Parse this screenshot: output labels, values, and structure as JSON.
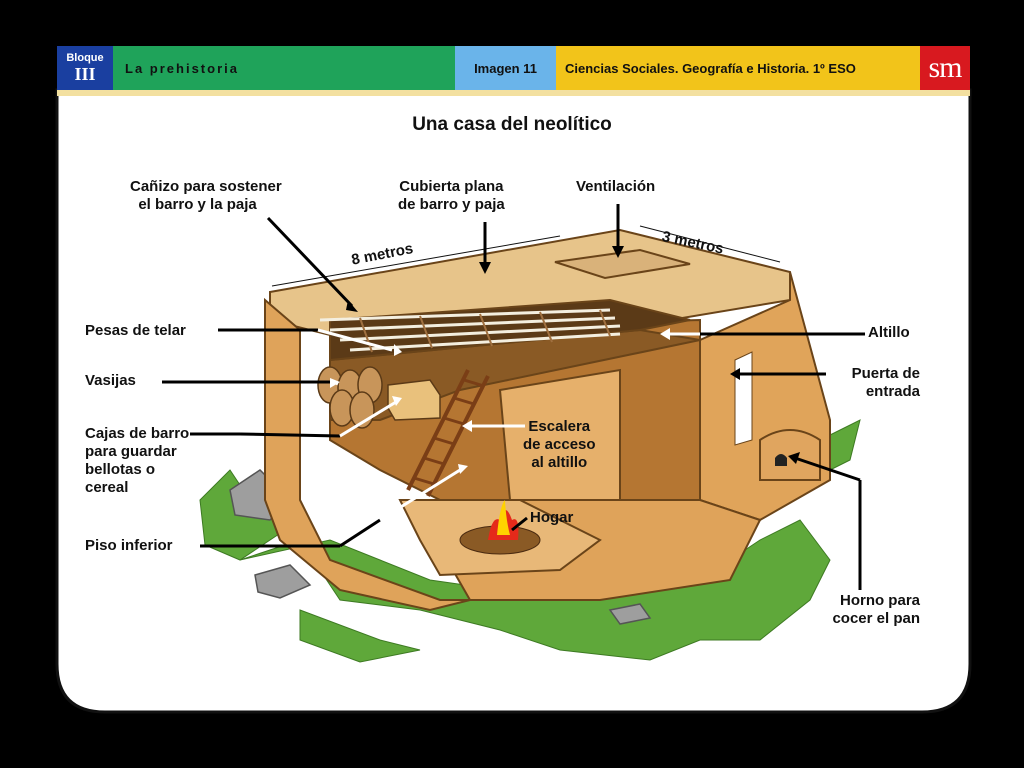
{
  "header": {
    "bloque_label": "Bloque",
    "bloque_num": "III",
    "tema": "La prehistoria",
    "imagen": "Imagen 11",
    "curso": "Ciencias Sociales. Geografía e Historia. 1º ESO",
    "logo": "sm"
  },
  "title": "Una casa del neolítico",
  "labels": {
    "canizo": "Cañizo para sostener\n  el barro y la paja",
    "cubierta": "Cubierta plana\nde barro y paja",
    "ventilacion": "Ventilación",
    "ocho_metros": "8 metros",
    "tres_metros": "3 metros",
    "pesas": "Pesas de telar",
    "vasijas": "Vasijas",
    "cajas": "Cajas de barro\npara guardar\nbellotas o\ncereal",
    "piso": "Piso inferior",
    "escalera": "Escalera\nde acceso\nal altillo",
    "hogar": "Hogar",
    "altillo": "Altillo",
    "puerta": "Puerta de\nentrada",
    "horno": "Horno para\ncocer el pan"
  },
  "colors": {
    "bloque": "#1a3fa0",
    "tema": "#1fa35a",
    "imagen": "#6ab4ea",
    "curso": "#f2c41a",
    "logo": "#d8191f",
    "clay": "#e7b46a",
    "grass": "#5fa83a"
  }
}
